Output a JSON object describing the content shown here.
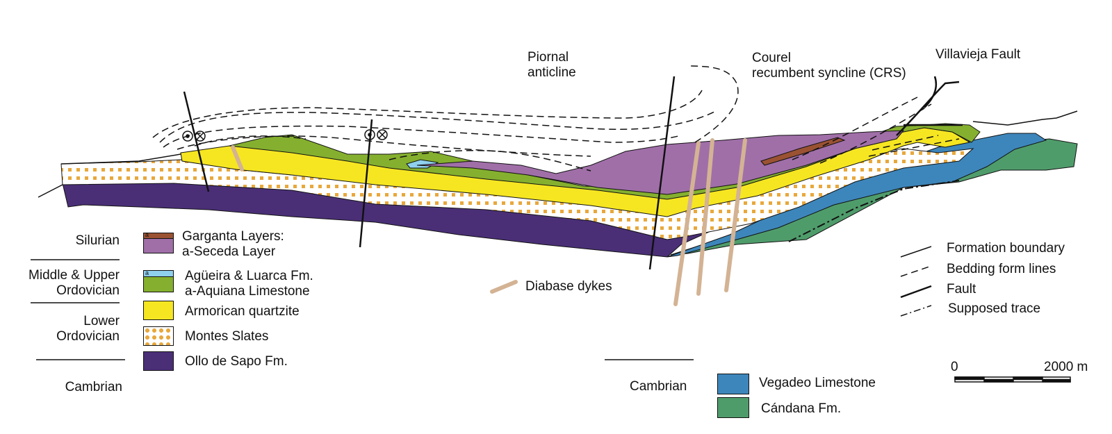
{
  "colors": {
    "silurian": "#a06fa8",
    "silurian_layer": "#9a5232",
    "agueira": "#85b02f",
    "aquiana": "#8fd0ee",
    "armorican": "#f6e622",
    "montes_dot": "#e8a83c",
    "ollo": "#4a2f77",
    "vegadeo": "#3d86bb",
    "candana": "#4f9c6b",
    "dyke": "#d3b394",
    "line": "#111111"
  },
  "labels": {
    "piornal": [
      "Piornal",
      "anticline"
    ],
    "courel": [
      "Courel",
      "recumbent syncline (CRS)"
    ],
    "villavieja": "Villavieja Fault",
    "diabase": "Diabase dykes"
  },
  "legend_left": {
    "ages": {
      "silurian": "Silurian",
      "mid_upper": [
        "Middle & Upper",
        "Ordovician"
      ],
      "lower": [
        "Lower",
        "Ordovician"
      ],
      "cambrian": "Cambrian"
    },
    "units": {
      "garganta": [
        "Garganta Layers:",
        "a-Seceda Layer"
      ],
      "agueira": [
        "Agüeira & Luarca Fm.",
        "a-Aquiana Limestone"
      ],
      "armorican": "Armorican quartzite",
      "montes": "Montes Slates",
      "ollo": "Ollo de Sapo Fm."
    },
    "swatch_tag": "a"
  },
  "legend_right": {
    "cambrian": "Cambrian",
    "vegadeo": "Vegadeo Limestone",
    "candana": "Cándana Fm."
  },
  "line_legend": {
    "formation": "Formation boundary",
    "bedding": "Bedding form lines",
    "fault": "Fault",
    "supposed": "Supposed trace"
  },
  "scale": {
    "start": "0",
    "end": "2000 m"
  }
}
